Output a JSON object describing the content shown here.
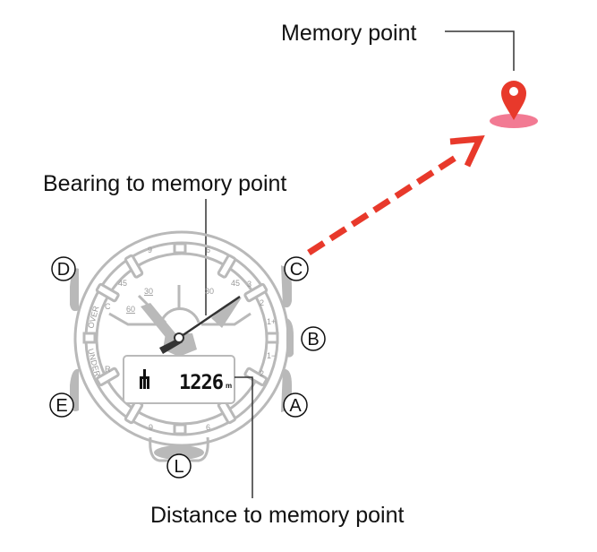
{
  "labels": {
    "memory_point": "Memory point",
    "bearing": "Bearing to memory point",
    "distance": "Distance to memory point"
  },
  "watch": {
    "buttons": {
      "a": "A",
      "b": "B",
      "c": "C",
      "d": "D",
      "e": "E",
      "l": "L"
    },
    "display_value": "1226",
    "display_unit": "m",
    "bezel": {
      "over": "OVER",
      "under": "UNDER",
      "c": "C",
      "r": "R"
    },
    "scale_marks": [
      "9",
      "6",
      "45",
      "30",
      "60",
      "30",
      "45",
      "3",
      "2",
      "1+",
      "1−",
      "2",
      "9",
      "6"
    ]
  },
  "colors": {
    "arrow": "#e8392b",
    "pin": "#e8392b",
    "pin_shadow": "#f27a93",
    "watch_outline": "#b9b9b9"
  }
}
